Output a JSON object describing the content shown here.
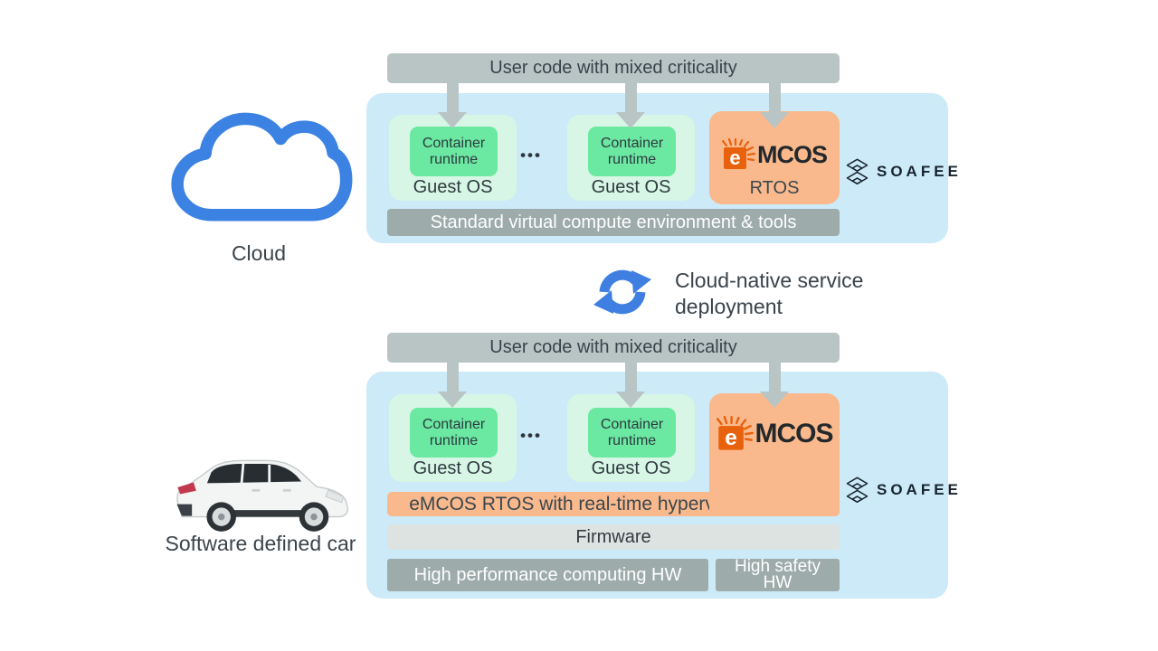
{
  "labels": {
    "cloud": "Cloud",
    "car": "Software defined car",
    "transfer_line1": "Cloud-native service",
    "transfer_line2": "deployment"
  },
  "cloud_stack": {
    "user_code_bar": "User code with mixed criticality",
    "guest_boxes": [
      {
        "runtime": "Container runtime",
        "os": "Guest OS"
      },
      {
        "runtime": "Container runtime",
        "os": "Guest OS"
      }
    ],
    "ellipsis": "•••",
    "emcos_box": {
      "logo_e": "e",
      "logo_text": "MCOS",
      "sub_label": "RTOS"
    },
    "platform_bar": "Standard virtual compute environment & tools",
    "soafee_label": "SOAFEE"
  },
  "car_stack": {
    "user_code_bar": "User code with mixed criticality",
    "guest_boxes": [
      {
        "runtime": "Container runtime",
        "os": "Guest OS"
      },
      {
        "runtime": "Container runtime",
        "os": "Guest OS"
      }
    ],
    "ellipsis": "•••",
    "emcos_box": {
      "logo_e": "e",
      "logo_text": "MCOS"
    },
    "hypervisor_bar": "eMCOS RTOS with real-time hypervisor",
    "firmware_bar": "Firmware",
    "hpc_bar": "High performance computing HW",
    "safety_bar": {
      "line1": "High safety",
      "line2": "HW"
    },
    "soafee_label": "SOAFEE"
  },
  "colors": {
    "panel_blue": "#cdeaf8",
    "bar_gray": "#b8c5c4",
    "bar_dark_gray": "#9dabaa",
    "firmware_gray": "#dce3e1",
    "guest_green_light": "#d7f6e5",
    "guest_green": "#6be8a1",
    "emcos_orange_panel": "#f9b98c",
    "emcos_brand_orange": "#e8620e",
    "accent_blue": "#3e7fe1",
    "soafee_dark": "#17242d"
  }
}
